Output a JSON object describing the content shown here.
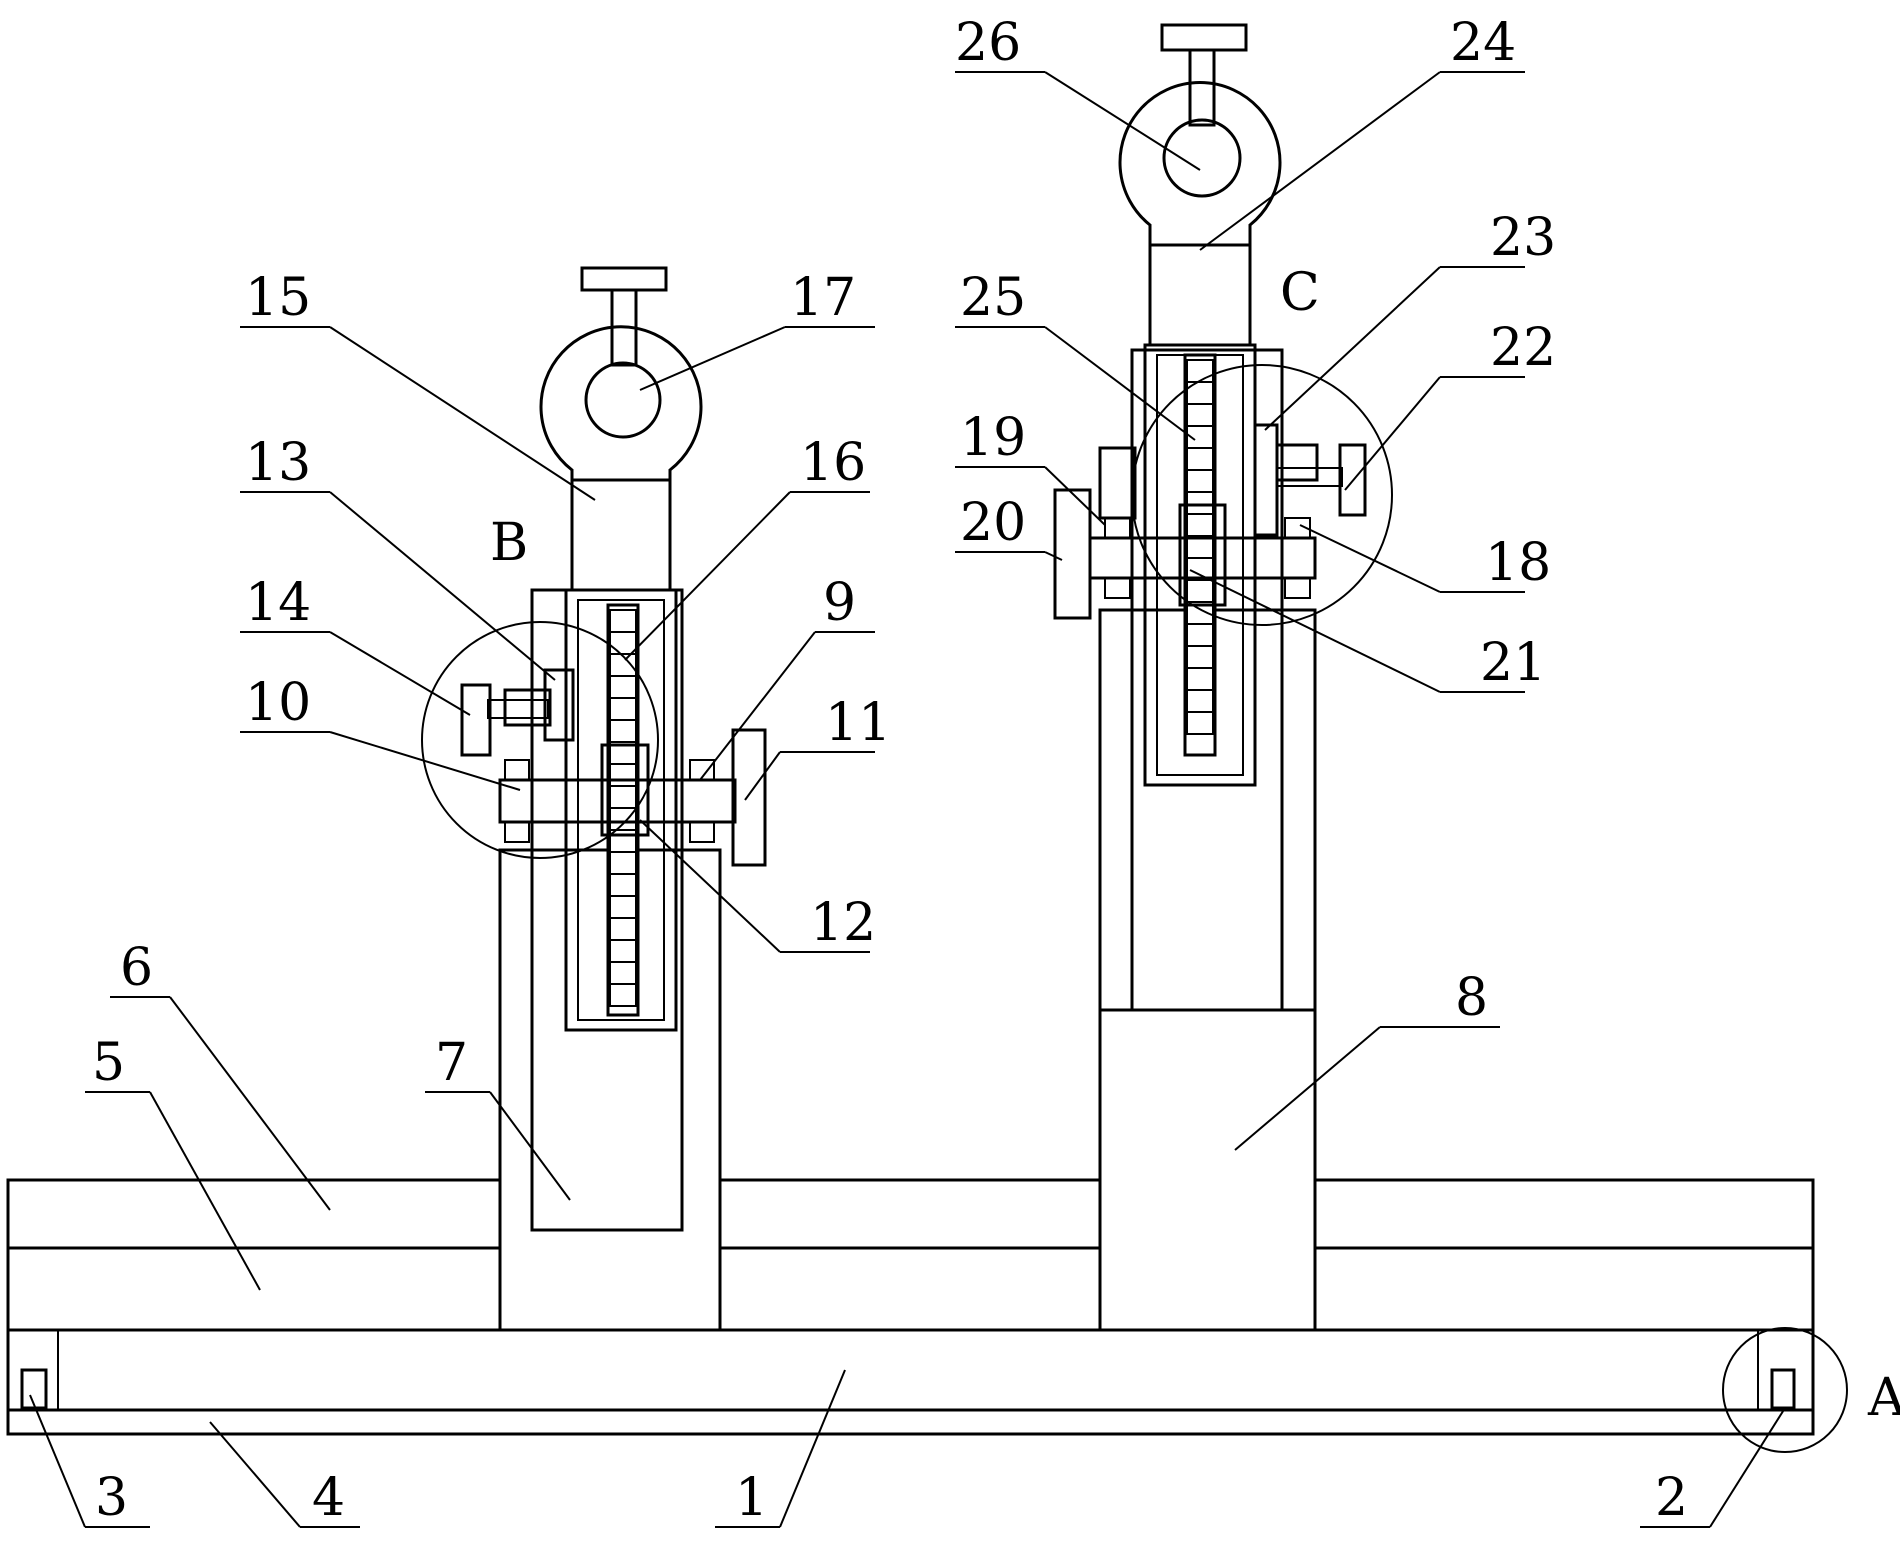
{
  "diagram": {
    "part_labels": [
      "1",
      "2",
      "3",
      "4",
      "5",
      "6",
      "7",
      "8",
      "9",
      "10",
      "11",
      "12",
      "13",
      "14",
      "15",
      "16",
      "17",
      "18",
      "19",
      "20",
      "21",
      "22",
      "23",
      "24",
      "25",
      "26"
    ],
    "detail_labels": [
      "A",
      "B",
      "C"
    ]
  },
  "colors": {
    "line": "#000000",
    "background": "#ffffff"
  }
}
